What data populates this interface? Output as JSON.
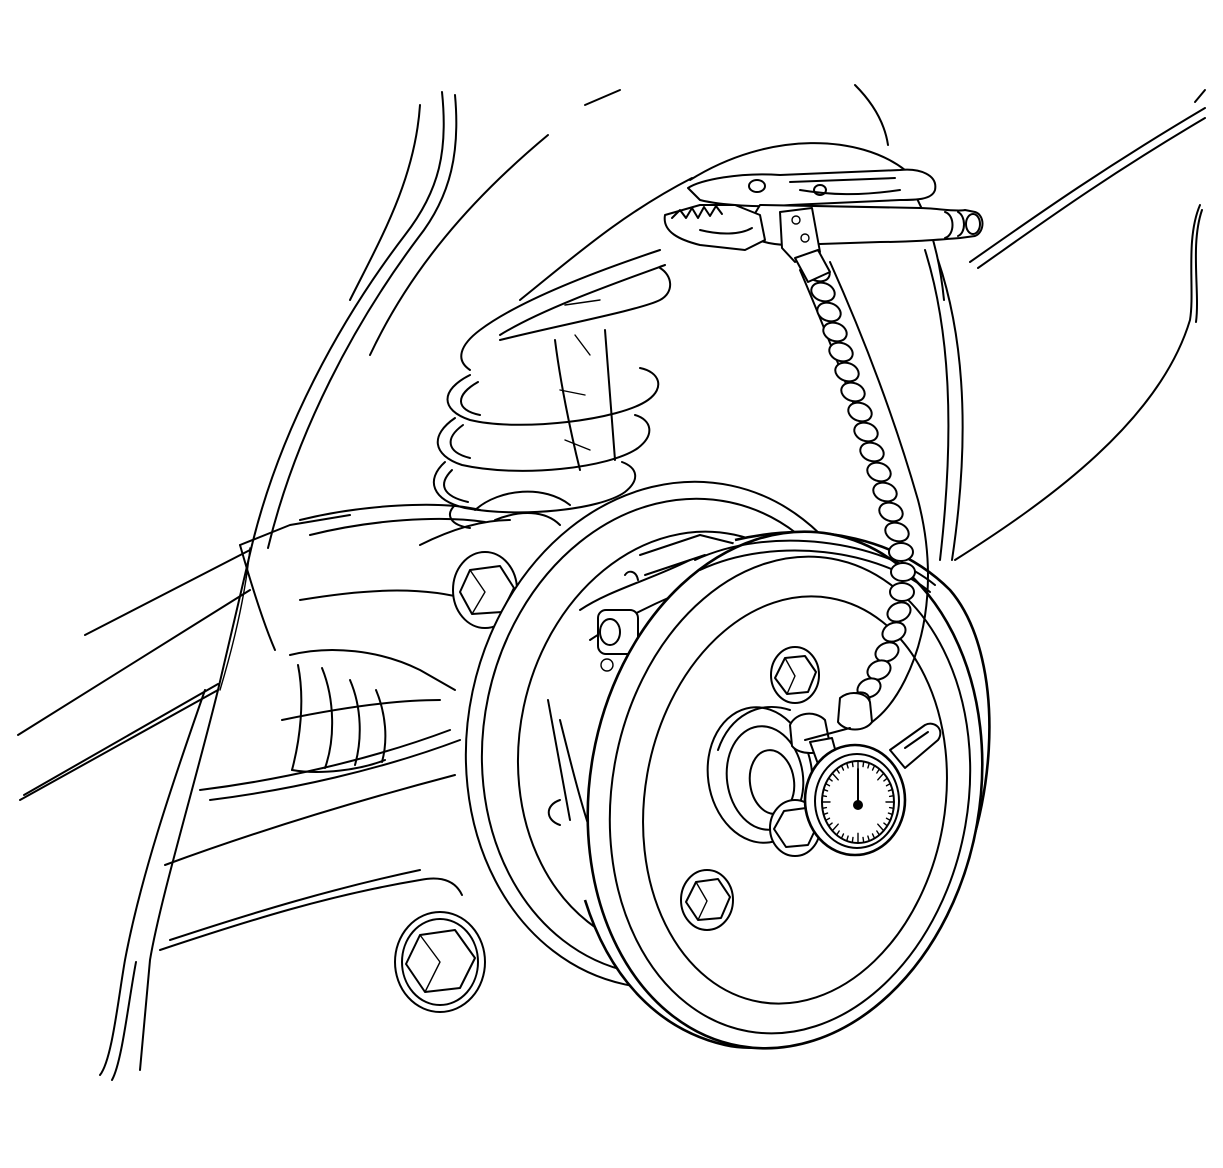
{
  "diagram": {
    "parts": {
      "body_panel": "body-panel",
      "coil_spring": "coil-spring",
      "axle_beam": "axle-beam",
      "backing_plate": "backing-plate",
      "brake_drum": "brake-drum",
      "hub": "hub",
      "wheel_studs": "wheel-studs",
      "locking_pliers": "locking-pliers",
      "flexible_arm": "flexible-arm",
      "dial_indicator": "dial-indicator"
    },
    "colors": {
      "line": "#000000",
      "background": "#ffffff"
    },
    "dial_indicator": {
      "needle_fraction": 0.0
    }
  }
}
